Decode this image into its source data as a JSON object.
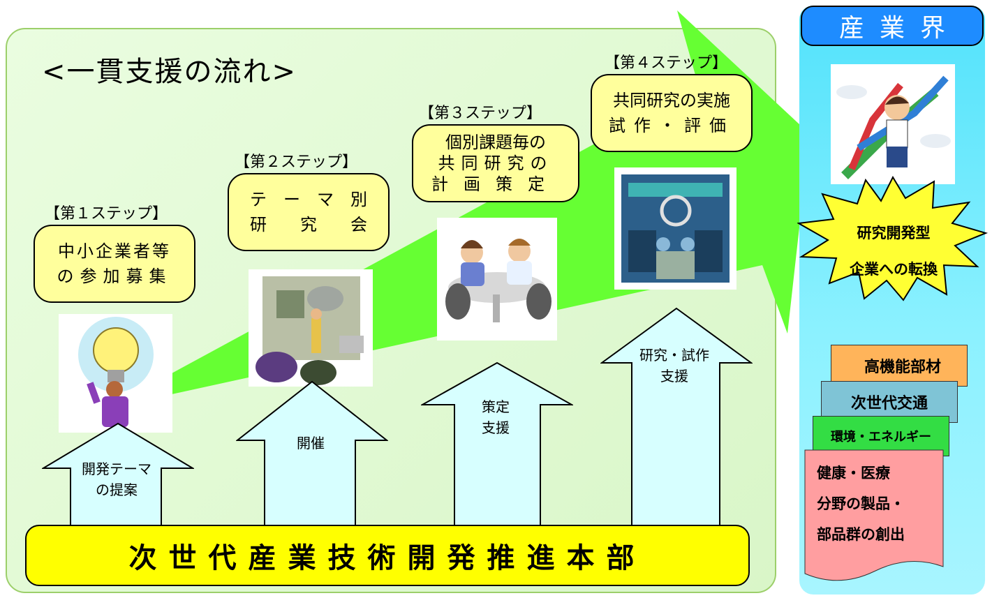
{
  "title": "<一貫支援の流れ>",
  "steps": [
    {
      "label": "【第１ステップ】",
      "bubble": [
        "中小企業者等",
        "の参加募集"
      ]
    },
    {
      "label": "【第２ステップ】",
      "bubble": [
        "テ　ー　マ　別",
        "研　　究　　会"
      ]
    },
    {
      "label": "【第３ステップ】",
      "bubble": [
        "個別課題毎の",
        "共同研究の",
        "計画策定"
      ]
    },
    {
      "label": "【第４ステップ】",
      "bubble": [
        "共同研究の実施",
        "試作・評価"
      ]
    }
  ],
  "support_arrows": [
    {
      "lines": [
        "開発テーマ",
        "の提案"
      ]
    },
    {
      "lines": [
        "開催"
      ]
    },
    {
      "lines": [
        "策定",
        "支援"
      ]
    },
    {
      "lines": [
        "研究・試作",
        "支援"
      ]
    }
  ],
  "headquarters": "次世代産業技術開発推進本部",
  "industry": {
    "header": "産業界",
    "burst": [
      "研究開発型",
      "企業への転換"
    ],
    "fields": [
      "高機能部材",
      "次世代交通",
      "環境・エネルギー",
      "健康・医療"
    ],
    "fields_footer": [
      "分野の製品・",
      "部品群の創出"
    ]
  },
  "colors": {
    "panel_green": "#d9f6c8",
    "growth_arrow": "#66ff33",
    "bubble_yellow": "#ffff9c",
    "hq_yellow": "#ffff00",
    "support_arrow_fill": "#d7ffff",
    "industry_cyan": "#52e2fb",
    "industry_header_blue": "#1e8cff",
    "card_orange": "#ffb45a",
    "card_blue": "#7fc4d6",
    "card_green": "#33dd44",
    "card_pink": "#ff9ea0"
  }
}
